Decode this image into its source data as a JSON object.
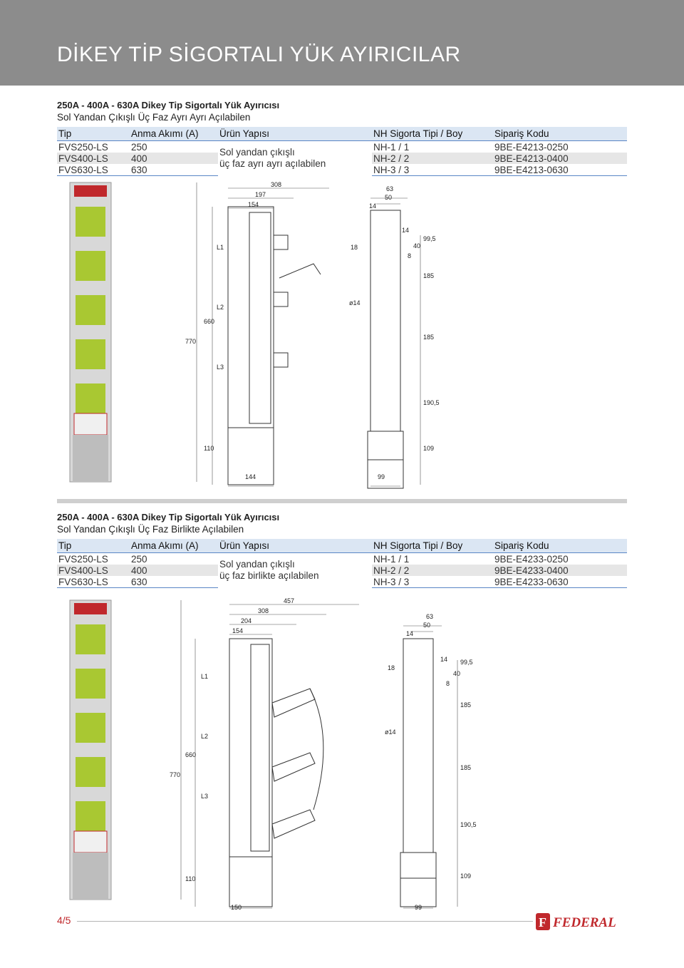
{
  "page": {
    "title": "DİKEY TİP SİGORTALI YÜK AYIRICILAR",
    "page_number": "4/5",
    "brand": "FEDERAL"
  },
  "table_headers": {
    "tip": "Tip",
    "akim": "Anma Akımı (A)",
    "urun": "Ürün Yapısı",
    "nh": "NH Sigorta Tipi / Boy",
    "siparis": "Sipariş Kodu"
  },
  "sections": [
    {
      "title": "250A - 400A - 630A  Dikey Tip Sigortalı Yük Ayırıcısı",
      "subtitle": "Sol Yandan Çıkışlı Üç Faz Ayrı Ayrı Açılabilen",
      "urun_line1": "Sol yandan çıkışlı",
      "urun_line2": "üç faz ayrı ayrı açılabilen",
      "rows": [
        {
          "tip": "FVS250-LS",
          "akim": "250",
          "nh": "NH-1 / 1",
          "kod": "9BE-E4213-0250"
        },
        {
          "tip": "FVS400-LS",
          "akim": "400",
          "nh": "NH-2 / 2",
          "kod": "9BE-E4213-0400"
        },
        {
          "tip": "FVS630-LS",
          "akim": "630",
          "nh": "NH-3 / 3",
          "kod": "9BE-E4213-0630"
        }
      ],
      "dims": {
        "w308": "308",
        "w197": "197",
        "w154": "154",
        "w63": "63",
        "w50": "50",
        "w14a": "14",
        "w14b": "14",
        "h18": "18",
        "h8": "8",
        "h40": "40",
        "h99": "99,5",
        "h185a": "185",
        "h185b": "185",
        "h190": "190,5",
        "h109": "109",
        "h770": "770",
        "h660": "660",
        "h110": "110",
        "d14": "ø14",
        "b144": "144",
        "b99": "99",
        "L1": "L1",
        "L2": "L2",
        "L3": "L3"
      }
    },
    {
      "title": "250A - 400A - 630A  Dikey Tip Sigortalı Yük Ayırıcısı",
      "subtitle": "Sol Yandan Çıkışlı Üç Faz Birlikte Açılabilen",
      "urun_line1": "Sol yandan çıkışlı",
      "urun_line2": "üç faz birlikte açılabilen",
      "rows": [
        {
          "tip": "FVS250-LS",
          "akim": "250",
          "nh": "NH-1 / 1",
          "kod": "9BE-E4233-0250"
        },
        {
          "tip": "FVS400-LS",
          "akim": "400",
          "nh": "NH-2 / 2",
          "kod": "9BE-E4233-0400"
        },
        {
          "tip": "FVS630-LS",
          "akim": "630",
          "nh": "NH-3 / 3",
          "kod": "9BE-E4233-0630"
        }
      ],
      "dims": {
        "w457": "457",
        "w308": "308",
        "w204": "204",
        "w154": "154",
        "w63": "63",
        "w50": "50",
        "w14a": "14",
        "w14b": "14",
        "h18": "18",
        "h8": "8",
        "h40": "40",
        "h99": "99,5",
        "h185a": "185",
        "h185b": "185",
        "h190": "190,5",
        "h109": "109",
        "h770": "770",
        "h660": "660",
        "h110": "110",
        "d14": "ø14",
        "b150": "150",
        "b99": "99",
        "L1": "L1",
        "L2": "L2",
        "L3": "L3"
      }
    }
  ],
  "colors": {
    "header_band": "#8c8c8c",
    "table_header": "#dbe6f3",
    "rule_blue": "#5a86c5",
    "fuse_green": "#a9c832",
    "brand_red": "#c0282c"
  }
}
